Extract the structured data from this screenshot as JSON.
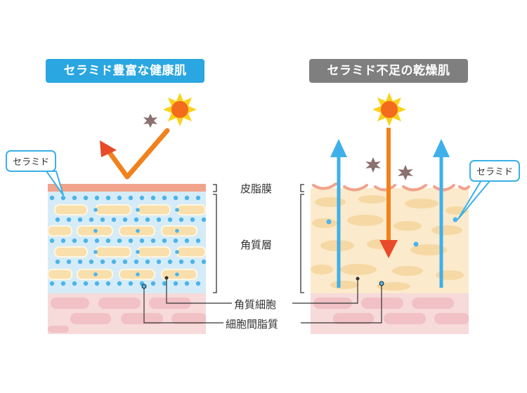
{
  "left_panel": {
    "title": "セラミド豊富な健康肌",
    "callout": "セラミド",
    "title_color": "#2aa6e0"
  },
  "right_panel": {
    "title": "セラミド不足の乾燥肌",
    "callout": "セラミド",
    "title_color": "#7f7f7f"
  },
  "labels": {
    "sebum_film": "皮脂膜",
    "stratum_corneum": "角質層",
    "corneocyte": "角質細胞",
    "intercellular_lipid": "細胞間脂質"
  },
  "colors": {
    "ceramide_dot": "#4cb4ea",
    "cell": "#f8dfac",
    "sebum": "#f2a38c",
    "dermis": "#f5d2d2",
    "sun": "#f39a1c",
    "arrow_red": "#e84a2a",
    "arrow_blue": "#3fb0ea"
  },
  "icons": [
    "sun-icon",
    "dust-particle-icon"
  ]
}
